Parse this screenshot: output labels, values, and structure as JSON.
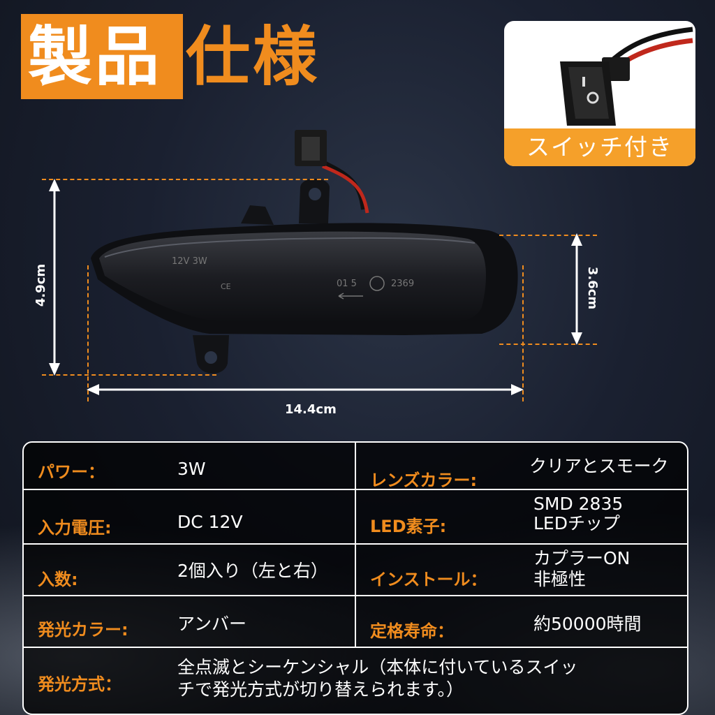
{
  "title": {
    "part1": "製品",
    "part2": "仕様"
  },
  "switch_badge": {
    "label": "スイッチ付き"
  },
  "product": {
    "lens_text_1": "12V 3W",
    "lens_text_2": "CE",
    "lens_text_3": "01 5",
    "lens_text_4": "2369"
  },
  "dimensions": {
    "height": "4.9cm",
    "height_right": "3.6cm",
    "width": "14.4cm"
  },
  "accent_color": "#f08c1e",
  "specs": {
    "power": {
      "label": "パワー：",
      "value": "3W"
    },
    "lens_color": {
      "label": "レンズカラー:",
      "value": "クリアとスモーク"
    },
    "input_voltage": {
      "label": "入力電圧:",
      "value": "DC 12V"
    },
    "led_element": {
      "label": "LED素子:",
      "value_1": "SMD 2835",
      "value_2": "LEDチップ"
    },
    "quantity": {
      "label": "入数:",
      "value": "2個入り（左と右）"
    },
    "install": {
      "label": "インストール：",
      "value_1": "カプラーON",
      "value_2": "非極性"
    },
    "light_color": {
      "label": "発光カラー:",
      "value": "アンバー"
    },
    "lifetime": {
      "label": "定格寿命：",
      "value": "約50000時間"
    },
    "light_mode": {
      "label": "発光方式：",
      "value_1": "全点滅とシーケンシャル（本体に付いているスイッ",
      "value_2": "チで発光方式が切り替えられます。）"
    }
  }
}
